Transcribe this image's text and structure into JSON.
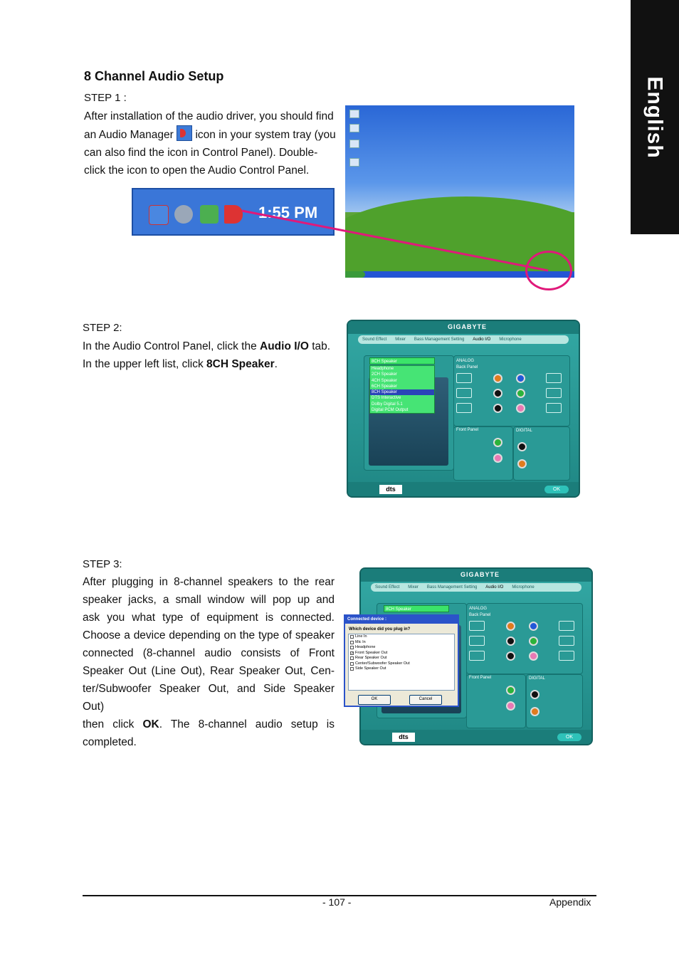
{
  "side_tab": {
    "label": "English"
  },
  "section_title": "8 Channel Audio Setup",
  "step1": {
    "label": "STEP 1 :",
    "line1": "After installation of the audio driver, you should find",
    "line2_before": "an Audio Manager",
    "line2_after": "icon in your system tray (you",
    "line3": "can also find the icon in Control Panel).  Double-",
    "line4": "click the icon to open the Audio Control Panel."
  },
  "tray": {
    "clock": "1:55 PM"
  },
  "step2": {
    "label": "STEP 2:",
    "line1_before": "In the Audio Control Panel, click the ",
    "line1_bold": "Audio I/O",
    "line1_after": " tab.",
    "line2_before": "In the upper left list, click ",
    "line2_bold": "8CH Speaker",
    "line2_after": "."
  },
  "step3": {
    "label": "STEP 3:",
    "lines": [
      "After plugging in 8-channel speakers to the rear",
      "speaker jacks, a small window will pop up and",
      "ask you what type of equipment is connected.",
      "Choose a device depending on the type of speaker",
      "connected (8-channel audio consists of Front",
      "Speaker Out (Line Out), Rear Speaker Out, Cen-",
      "ter/Subwoofer Speaker Out, and Side Speaker Out)"
    ],
    "last_before": "then click ",
    "last_bold": "OK",
    "last_after": ". The 8-channel audio setup is",
    "final": "completed."
  },
  "audio_manager": {
    "logo": "GIGABYTE",
    "tabs": [
      "Sound Effect",
      "Mixer",
      "Bass Management Setting",
      "Audio I/O",
      "Microphone"
    ],
    "active_tab": "Audio I/O",
    "selected": "8CH Speaker",
    "options": [
      "Headphone",
      "2CH Speaker",
      "4CH Speaker",
      "6CH Speaker",
      "8CH Speaker",
      "DTS Interactive",
      "Dolby Digital 5.1",
      "Digital PCM Output"
    ],
    "analog": "ANALOG",
    "back_panel": "Back Panel",
    "front_panel": "Front Panel",
    "digital": "DIGITAL",
    "ok": "OK",
    "dts": "dts"
  },
  "popup": {
    "title": "Connected device :",
    "question": "Which device did you plug in?",
    "options": [
      {
        "label": "Line In",
        "checked": false
      },
      {
        "label": "Mic In",
        "checked": false
      },
      {
        "label": "Headphone",
        "checked": false
      },
      {
        "label": "Front Speaker Out",
        "checked": true
      },
      {
        "label": "Rear Speaker Out",
        "checked": false
      },
      {
        "label": "Center/Subwoofer Speaker Out",
        "checked": false
      },
      {
        "label": "Side Speaker Out",
        "checked": false
      }
    ],
    "ok": "OK",
    "cancel": "Cancel"
  },
  "footer": {
    "page": "- 107 -",
    "section": "Appendix"
  }
}
